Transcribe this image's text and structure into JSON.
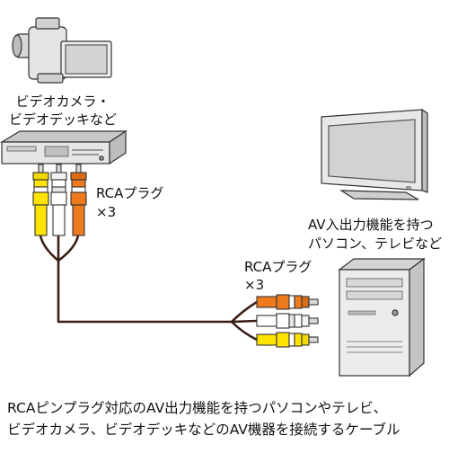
{
  "labels": {
    "source_line1": "ビデオカメラ・",
    "source_line2": "ビデオデッキなど",
    "plug_left_line1": "RCAプラグ",
    "plug_left_line2": "×3",
    "pc_line1": "AV入出力機能を持つ",
    "pc_line2": "パソコン、テレビなど",
    "plug_right_line1": "RCAプラグ",
    "plug_right_line2": "×3"
  },
  "caption": {
    "line1": "RCAピンプラグ対応のAV出力機能を持つパソコンやテレビ、",
    "line2": "ビデオカメラ、ビデオデッキなどのAV機器を接続するケーブル"
  },
  "colors": {
    "plug_yellow": "#ffe400",
    "plug_white": "#ffffff",
    "plug_red": "#ee7a1e",
    "device_gray": "#e6e6e6",
    "cable": "#3a1f14"
  }
}
